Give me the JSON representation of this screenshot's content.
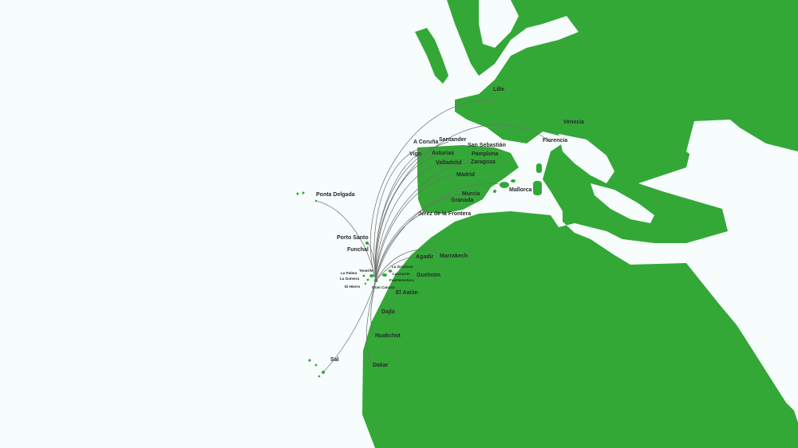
{
  "colors": {
    "land": "#33a837",
    "sea": "#f7fcfc",
    "route": "#6f6f6f",
    "label": "#2a2a2a"
  },
  "map": {
    "hub": "Gran Canaria",
    "canary_islands": {
      "tenerife": "Tenerife",
      "la_palma": "La Palma",
      "la_gomera": "La Gomera",
      "el_hierro": "El Hierro",
      "la_graciosa": "La Graciosa",
      "lanzarote": "Lanzarote",
      "fuerteventura": "Fuerteventura",
      "gran_canaria": "Gran Canaria"
    },
    "destinations": {
      "lille": "Lille",
      "venecia": "Venecia",
      "florencia": "Florencia",
      "a_coruna": "A Coruña",
      "santander": "Santander",
      "san_sebastian": "San Sebastián",
      "vigo": "Vigo",
      "asturias": "Asturias",
      "pamplona": "Pamplona",
      "valladolid": "Valladolid",
      "zaragoza": "Zaragoza",
      "madrid": "Madrid",
      "mallorca": "Mallorca",
      "murcia": "Murcia",
      "granada": "Granada",
      "ponta_delgada": "Ponta Delgada",
      "jerez": "Jerez de la Frontera",
      "porto_santo": "Porto Santo",
      "funchal": "Funchal",
      "agadir": "Agadir",
      "marrakech": "Marrakech",
      "guelmim": "Guelmim",
      "el_aaiun": "El Aaiún",
      "dajla": "Dajla",
      "nuakchot": "Nuakchot",
      "sal": "Sal",
      "dakar": "Dakar"
    }
  }
}
